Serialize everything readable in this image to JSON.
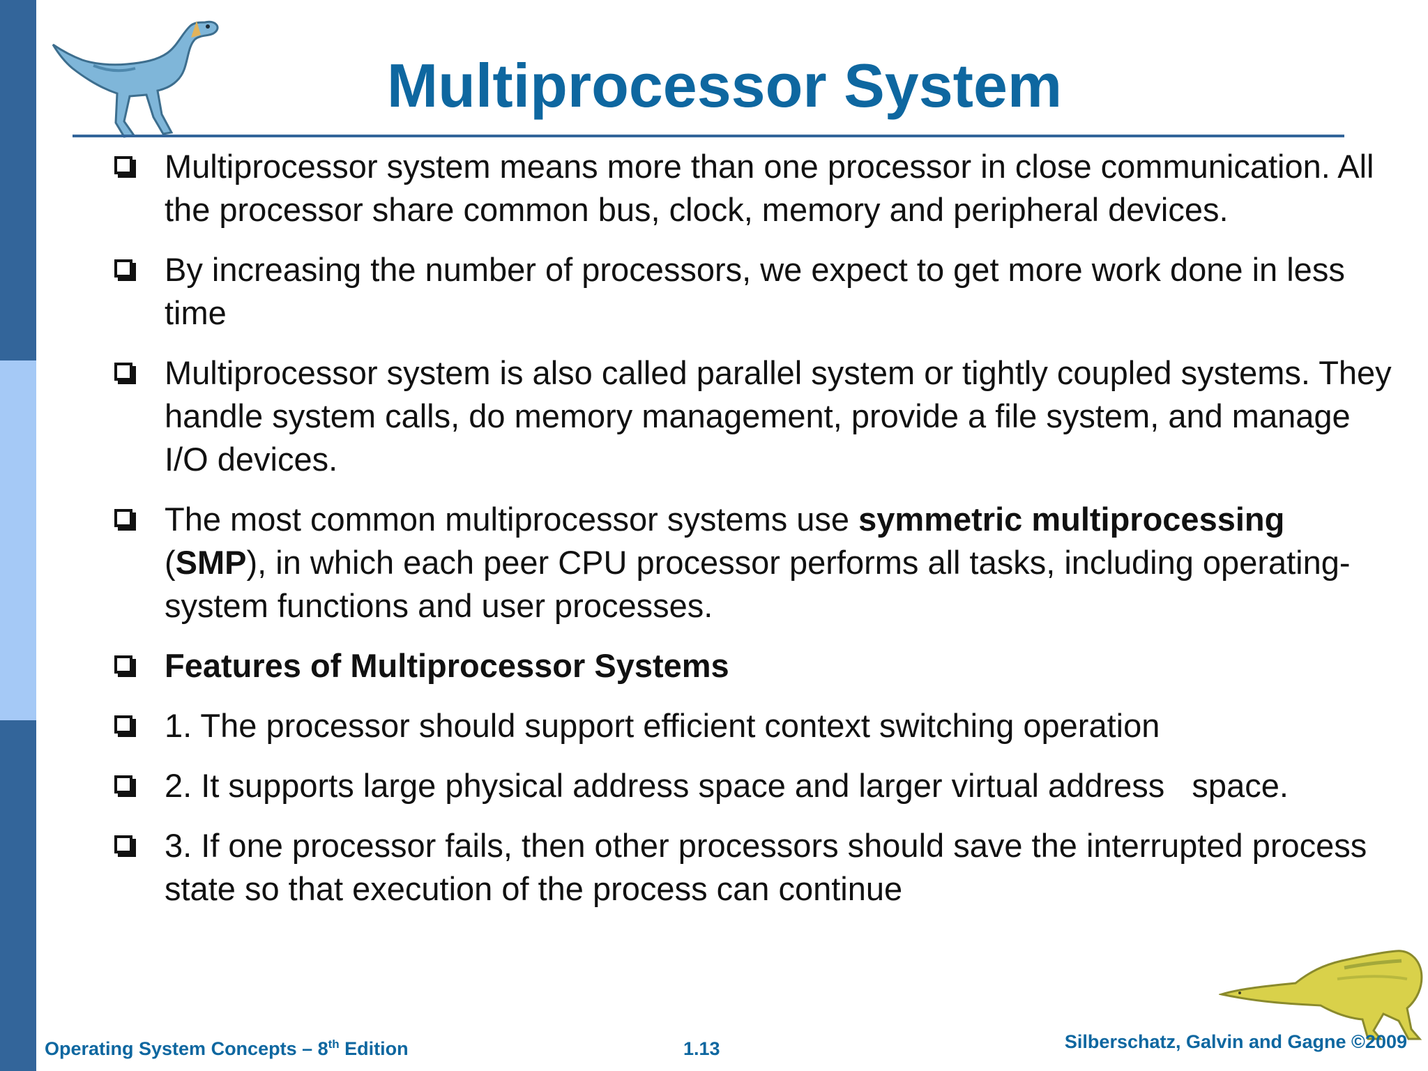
{
  "slide": {
    "title": "Multiprocessor System",
    "bullets": [
      {
        "parts": [
          "Multiprocessor system means more than one processor in close communication. All the processor share common bus, clock, memory and peripheral devices."
        ]
      },
      {
        "parts": [
          "By increasing the number of processors, we expect to get more work done in less time"
        ]
      },
      {
        "parts": [
          "Multiprocessor system is also called parallel system or tightly coupled systems. They handle system calls, do memory management, provide a file system, and manage I/O devices."
        ]
      },
      {
        "parts": [
          "The most common multiprocessor systems use ",
          "symmetric multiprocessing",
          "\n(",
          "SMP",
          "), in which each peer CPU processor performs all tasks, including operating-system functions and user processes."
        ]
      },
      {
        "parts": [
          "Features of Multiprocessor Systems"
        ]
      },
      {
        "parts": [
          "1. The processor should support efficient context switching operation"
        ]
      },
      {
        "parts": [
          "2. It supports large physical address space and larger virtual address   space."
        ]
      },
      {
        "parts": [
          "3. If one processor fails, then other processors should save the interrupted process state so that execution of the process can continue"
        ]
      }
    ]
  },
  "footer": {
    "book": "Operating System Concepts – 8",
    "edition_sup": "th",
    "edition_word": " Edition",
    "page": "1.13",
    "copyright": "Silberschatz, Galvin and Gagne ©2009"
  },
  "colors": {
    "title": "#0e67a0",
    "sidebar_dark": "#33659a",
    "sidebar_light": "#a5c9f6"
  },
  "icons": {
    "bullet": "hollow-square-bullet",
    "top_left": "dinosaur-icon",
    "bottom_right": "dinosaur-icon"
  }
}
